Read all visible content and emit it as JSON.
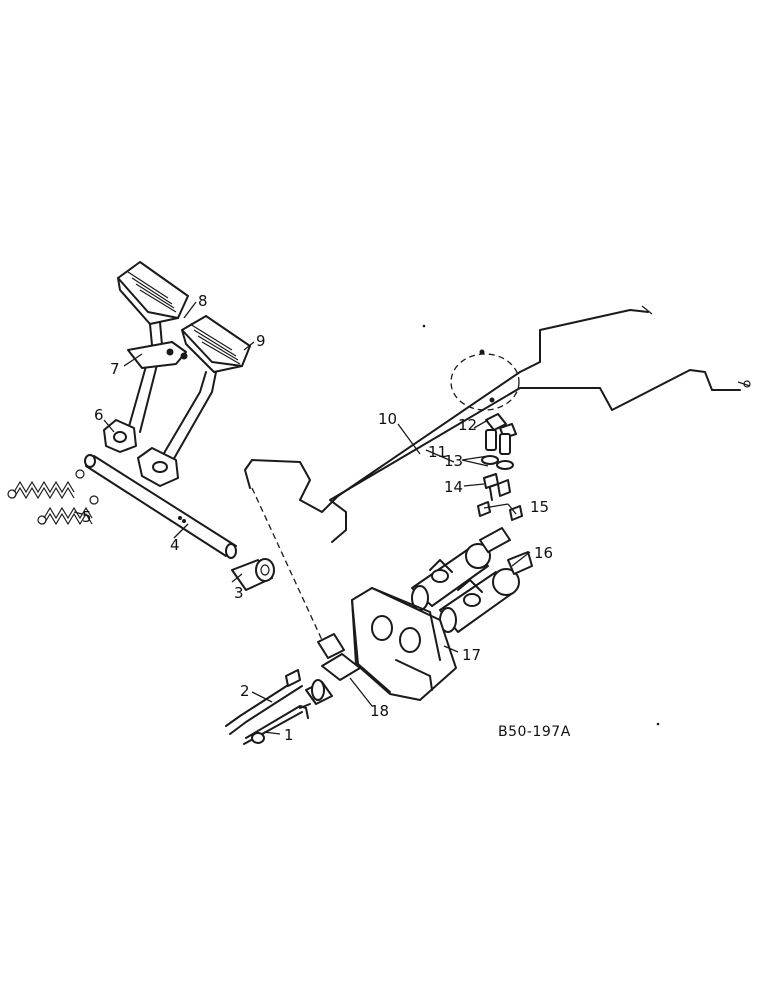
{
  "callouts": {
    "c1": "1",
    "c2": "2",
    "c3": "3",
    "c4": "4",
    "c5": "5",
    "c6": "6",
    "c7": "7",
    "c8": "8",
    "c9": "9",
    "c10": "10",
    "c11": "11",
    "c12": "12",
    "c13": "13",
    "c14": "14",
    "c15": "15",
    "c16": "16",
    "c17": "17",
    "c18": "18"
  },
  "figure_code": "B50-197A"
}
